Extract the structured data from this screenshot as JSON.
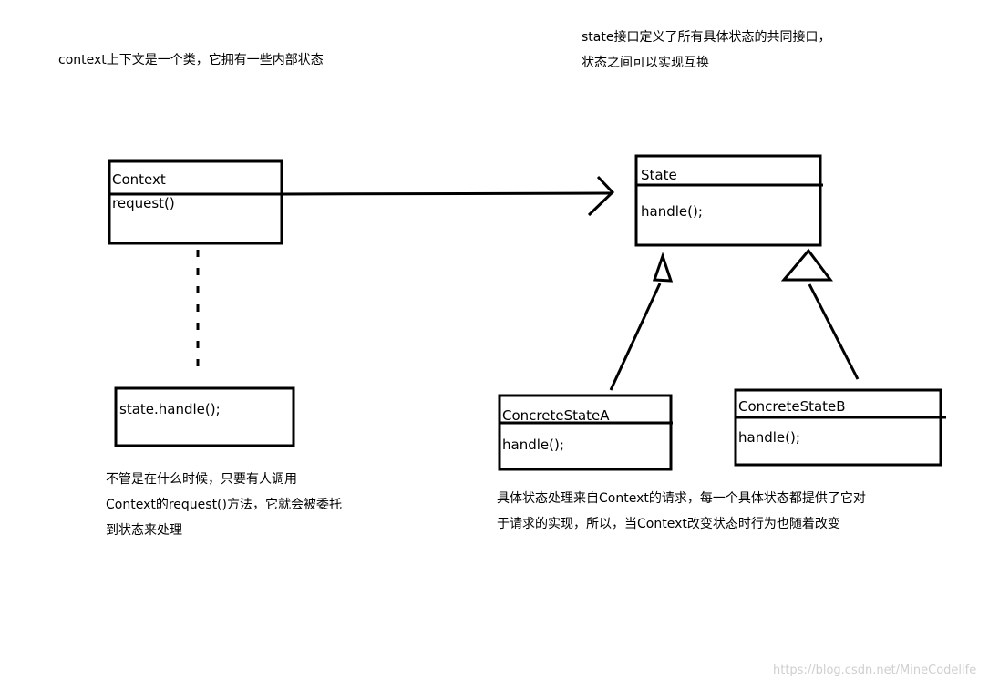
{
  "notes": {
    "context_note": "context上下文是一个类，它拥有一些内部状态",
    "state_note": [
      "state接口定义了所有具体状态的共同接口，",
      "状态之间可以实现互换"
    ],
    "delegate_note": [
      "不管是在什么时候，只要有人调用",
      "Context的request()方法，它就会被委托",
      "到状态来处理"
    ],
    "concrete_note": [
      "具体状态处理来自Context的请求，每一个具体状态都提供了它对",
      "于请求的实现，所以，当Context改变状态时行为也随着改变"
    ]
  },
  "boxes": {
    "context": {
      "name": "Context",
      "method": "request()"
    },
    "state": {
      "name": "State",
      "method": "handle();"
    },
    "code": {
      "text": "state.handle();"
    },
    "concrete_a": {
      "name": "ConcreteStateA",
      "method": "handle();"
    },
    "concrete_b": {
      "name": "ConcreteStateB",
      "method": "handle();"
    }
  },
  "watermark": "https://blog.csdn.net/MineCodelife",
  "colors": {
    "stroke": "#000000",
    "text": "#000000",
    "watermark": "#cfcfcf"
  }
}
